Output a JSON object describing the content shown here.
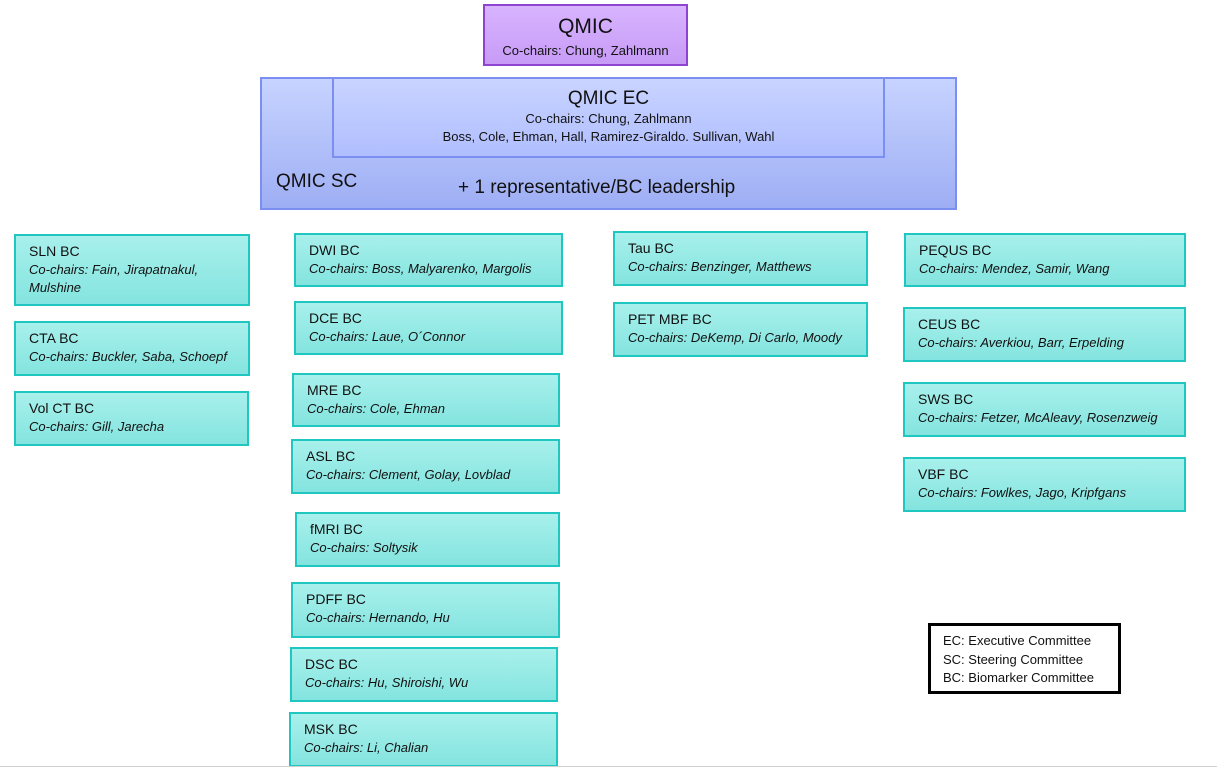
{
  "qmic": {
    "title": "QMIC",
    "cochairs": "Co-chairs: Chung, Zahlmann"
  },
  "ec": {
    "title": "QMIC EC",
    "cochairs": "Co-chairs: Chung, Zahlmann",
    "members": "Boss, Cole, Ehman, Hall, Ramirez-Giraldo. Sullivan, Wahl"
  },
  "sc": {
    "label": "QMIC SC",
    "representative": "+ 1 representative/BC leadership"
  },
  "bcs": [
    {
      "name": "SLN BC",
      "cochairs": "Co-chairs: Fain, Jirapatnakul, Mulshine"
    },
    {
      "name": "CTA BC",
      "cochairs": "Co-chairs: Buckler, Saba, Schoepf"
    },
    {
      "name": "Vol CT BC",
      "cochairs": "Co-chairs: Gill, Jarecha"
    },
    {
      "name": "DWI BC",
      "cochairs": "Co-chairs: Boss, Malyarenko, Margolis"
    },
    {
      "name": "DCE BC",
      "cochairs": "Co-chairs: Laue, O´Connor"
    },
    {
      "name": "MRE BC",
      "cochairs": "Co-chairs: Cole, Ehman"
    },
    {
      "name": "ASL BC",
      "cochairs": "Co-chairs: Clement, Golay, Lovblad"
    },
    {
      "name": "fMRI BC",
      "cochairs": "Co-chairs: Soltysik"
    },
    {
      "name": "PDFF BC",
      "cochairs": "Co-chairs: Hernando, Hu"
    },
    {
      "name": "DSC BC",
      "cochairs": "Co-chairs: Hu, Shiroishi, Wu"
    },
    {
      "name": "MSK BC",
      "cochairs": "Co-chairs: Li, Chalian"
    },
    {
      "name": "Tau BC",
      "cochairs": "Co-chairs: Benzinger, Matthews"
    },
    {
      "name": "PET MBF BC",
      "cochairs": "Co-chairs: DeKemp, Di Carlo, Moody"
    },
    {
      "name": "PEQUS BC",
      "cochairs": "Co-chairs: Mendez, Samir, Wang"
    },
    {
      "name": "CEUS BC",
      "cochairs": "Co-chairs: Averkiou, Barr, Erpelding"
    },
    {
      "name": "SWS BC",
      "cochairs": "Co-chairs: Fetzer, McAleavy, Rosenzweig"
    },
    {
      "name": "VBF BC",
      "cochairs": "Co-chairs: Fowlkes, Jago, Kripfgans"
    }
  ],
  "legend": [
    "EC: Executive Committee",
    "SC: Steering Committee",
    "BC: Biomarker Committee"
  ],
  "colors": {
    "qmic_fill": "#c79bf6",
    "committee_fill": "#b0beff",
    "bc_fill": "#84e4df",
    "bc_border": "#1fc7c0"
  }
}
